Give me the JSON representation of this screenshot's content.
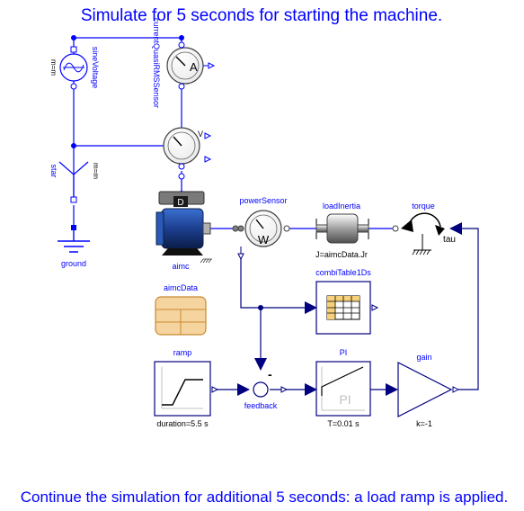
{
  "header_text": "Simulate for 5 seconds for starting the machine.",
  "footer_text": "Continue the simulation for additional 5 seconds: a load ramp is applied.",
  "components": {
    "sineVoltage": {
      "label": "sineVoltage",
      "param": "m=m"
    },
    "currentSensor": {
      "label": "currentQuasiRMSSensor",
      "symbol": "A"
    },
    "voltageSensor": {
      "symbol": "V"
    },
    "star": {
      "label": "star",
      "param": "m=m"
    },
    "ground": {
      "label": "ground"
    },
    "aimc": {
      "label": "aimc",
      "symbol": "D"
    },
    "powerSensor": {
      "label": "powerSensor",
      "symbol": "W"
    },
    "loadInertia": {
      "label": "loadInertia",
      "param": "J=aimcData.Jr"
    },
    "torque": {
      "label": "torque",
      "param": "tau"
    },
    "combiTable1Ds": {
      "label": "combiTable1Ds"
    },
    "aimcData": {
      "label": "aimcData"
    },
    "ramp": {
      "label": "ramp",
      "param": "duration=5.5 s"
    },
    "feedback": {
      "label": "feedback",
      "sign": "-"
    },
    "PI": {
      "label": "PI",
      "symbol": "PI",
      "param": "T=0.01 s"
    },
    "gain": {
      "label": "gain",
      "param": "k=-1"
    }
  },
  "colors": {
    "wire": "#0000ff",
    "signal": "#000080",
    "label": "#0000ff",
    "text": "#000000"
  }
}
